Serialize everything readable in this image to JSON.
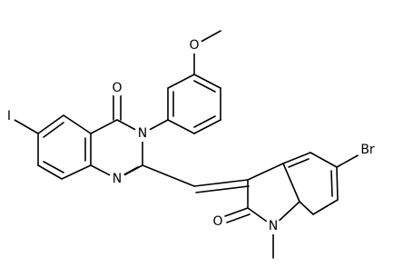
{
  "atom_labels": {
    "carbonyl_oxygen_quinazolinone": "O",
    "methoxy_oxygen": "O",
    "iodine": "I",
    "nitrogen_n3": "N",
    "nitrogen_n1": "N",
    "bromine": "Br",
    "oxindole_carbonyl_oxygen": "O",
    "oxindole_nitrogen": "N"
  },
  "colors": {
    "bond": "#000000",
    "text": "#000000",
    "background": "#ffffff"
  }
}
